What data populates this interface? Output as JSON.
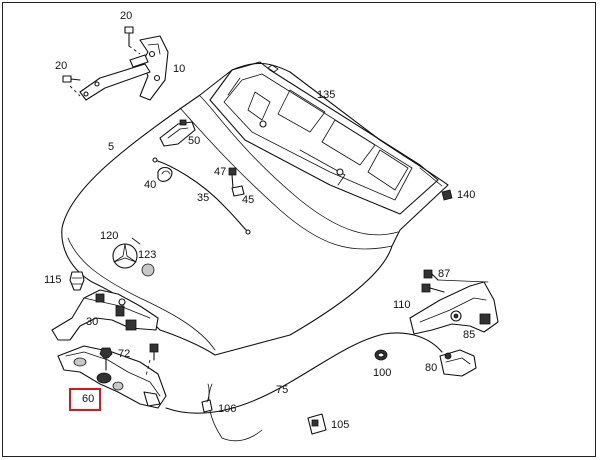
{
  "diagram": {
    "callouts": [
      {
        "id": "20a",
        "label": "20"
      },
      {
        "id": "20b",
        "label": "20"
      },
      {
        "id": "10",
        "label": "10"
      },
      {
        "id": "135",
        "label": "135"
      },
      {
        "id": "5",
        "label": "5"
      },
      {
        "id": "50",
        "label": "50"
      },
      {
        "id": "40",
        "label": "40"
      },
      {
        "id": "47",
        "label": "47"
      },
      {
        "id": "35",
        "label": "35"
      },
      {
        "id": "45",
        "label": "45"
      },
      {
        "id": "140",
        "label": "140"
      },
      {
        "id": "120",
        "label": "120"
      },
      {
        "id": "123",
        "label": "123"
      },
      {
        "id": "87",
        "label": "87"
      },
      {
        "id": "115",
        "label": "115"
      },
      {
        "id": "110",
        "label": "110"
      },
      {
        "id": "30",
        "label": "30"
      },
      {
        "id": "85",
        "label": "85"
      },
      {
        "id": "72",
        "label": "72"
      },
      {
        "id": "100",
        "label": "100"
      },
      {
        "id": "80",
        "label": "80"
      },
      {
        "id": "75",
        "label": "75"
      },
      {
        "id": "60",
        "label": "60"
      },
      {
        "id": "106",
        "label": "106"
      },
      {
        "id": "105",
        "label": "105"
      }
    ],
    "highlighted_callout": "60",
    "highlight_color": "#e0131a"
  }
}
